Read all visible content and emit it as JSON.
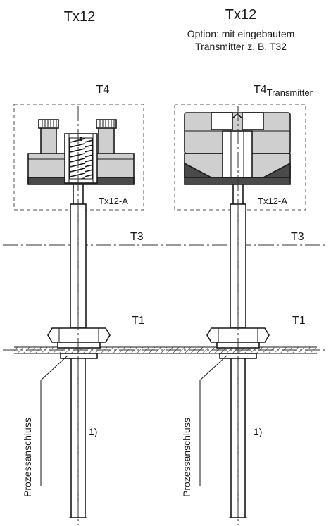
{
  "left": {
    "title": "Tx12",
    "head_label": "T4",
    "inner_label": "Tx12-A",
    "t3": "T3",
    "t1": "T1",
    "process_label": "Prozessanschluss",
    "note": "1)"
  },
  "right": {
    "title": "Tx12",
    "option_line1": "Option: mit eingebautem",
    "option_line2": "Transmitter z. B. T32",
    "head_label": "T4",
    "head_label_sub": "Transmitter",
    "inner_label": "Tx12-A",
    "t3": "T3",
    "t1": "T1",
    "process_label": "Prozessanschluss",
    "note": "1)"
  }
}
